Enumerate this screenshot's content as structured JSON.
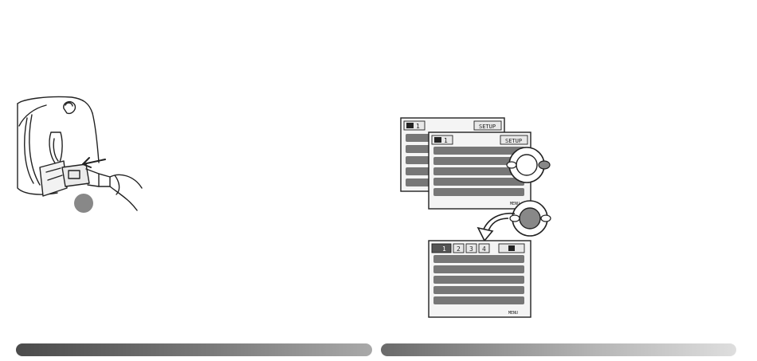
{
  "menu_back": {
    "tab_label": "1",
    "setup_label": "SETUP"
  },
  "menu_front": {
    "tab_label": "1",
    "setup_label": "SETUP",
    "menu_button_label": "MENU"
  },
  "setup_menu": {
    "tabs": [
      "1",
      "2",
      "3",
      "4"
    ],
    "menu_button_label": "MENU"
  },
  "colors": {
    "line": "#222222",
    "menu_row": "#777777",
    "marker": "#888888",
    "bar_left_dark": "#4b4b4b",
    "bar_right_light": "#dedede"
  }
}
